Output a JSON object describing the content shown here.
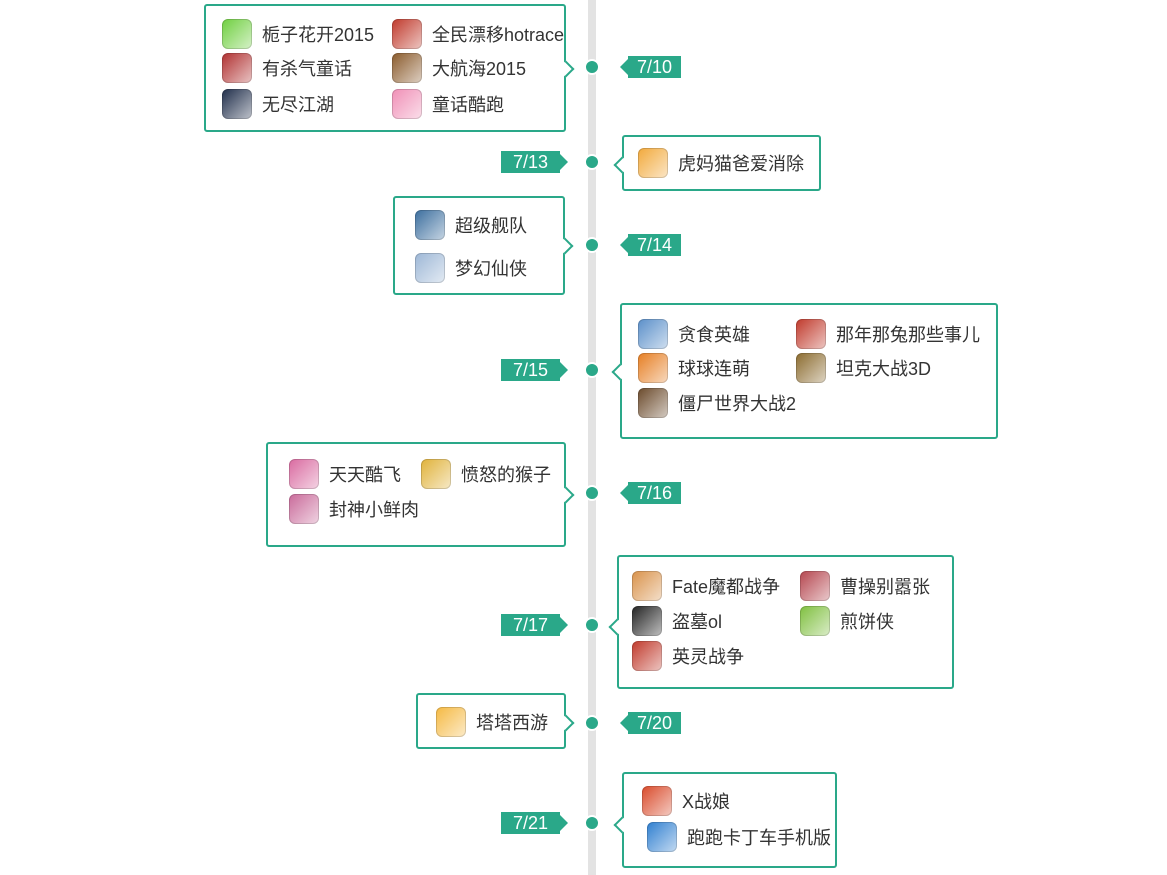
{
  "entries": [
    {
      "date": "7/10",
      "games": [
        {
          "name": "栀子花开2015",
          "icon": "gardenia-game-icon",
          "color": "#6fcf3f"
        },
        {
          "name": "全民漂移hotrace",
          "icon": "race-car-game-icon",
          "color": "#c0392b"
        },
        {
          "name": "有杀气童话",
          "icon": "fairy-tale-game-icon",
          "color": "#b03030"
        },
        {
          "name": "大航海2015",
          "icon": "voyage-game-icon",
          "color": "#8a5a2b"
        },
        {
          "name": "无尽江湖",
          "icon": "jianghu-game-icon",
          "color": "#1f2d4a"
        },
        {
          "name": "童话酷跑",
          "icon": "fairy-run-game-icon",
          "color": "#f08fb6"
        }
      ]
    },
    {
      "date": "7/13",
      "games": [
        {
          "name": "虎妈猫爸爱消除",
          "icon": "tiger-mom-game-icon",
          "color": "#f2a93b"
        }
      ]
    },
    {
      "date": "7/14",
      "games": [
        {
          "name": "超级舰队",
          "icon": "fleet-game-icon",
          "color": "#3b6e9e"
        },
        {
          "name": "梦幻仙侠",
          "icon": "fantasy-hero-game-icon",
          "color": "#9db7d6"
        }
      ]
    },
    {
      "date": "7/15",
      "games": [
        {
          "name": "贪食英雄",
          "icon": "greedy-hero-game-icon",
          "color": "#5a8fc9"
        },
        {
          "name": "那年那兔那些事儿",
          "icon": "rabbit-game-icon",
          "color": "#c0392b"
        },
        {
          "name": "球球连萌",
          "icon": "ball-match-game-icon",
          "color": "#e67e22"
        },
        {
          "name": "坦克大战3D",
          "icon": "tank-game-icon",
          "color": "#8b6b2e"
        },
        {
          "name": "僵尸世界大战2",
          "icon": "zombie-war-game-icon",
          "color": "#6b4a2b"
        }
      ]
    },
    {
      "date": "7/16",
      "games": [
        {
          "name": "天天酷飞",
          "icon": "daily-fly-game-icon",
          "color": "#d96aa0"
        },
        {
          "name": "愤怒的猴子",
          "icon": "angry-monkey-game-icon",
          "color": "#e0b23a"
        },
        {
          "name": "封神小鲜肉",
          "icon": "fengshen-game-icon",
          "color": "#c96a9a"
        }
      ]
    },
    {
      "date": "7/17",
      "games": [
        {
          "name": "Fate魔都战争",
          "icon": "fate-game-icon",
          "color": "#d9924a"
        },
        {
          "name": "曹操别嚣张",
          "icon": "cao-cao-game-icon",
          "color": "#b5464f"
        },
        {
          "name": "盗墓ol",
          "icon": "tomb-raid-game-icon",
          "color": "#222222"
        },
        {
          "name": "煎饼侠",
          "icon": "pancake-hero-game-icon",
          "color": "#7fbf3f"
        },
        {
          "name": "英灵战争",
          "icon": "heroic-spirit-game-icon",
          "color": "#c0392b"
        }
      ]
    },
    {
      "date": "7/20",
      "games": [
        {
          "name": "塔塔西游",
          "icon": "tata-journey-game-icon",
          "color": "#f5b942"
        }
      ]
    },
    {
      "date": "7/21",
      "games": [
        {
          "name": "X战娘",
          "icon": "x-girls-game-icon",
          "color": "#d94a2a"
        },
        {
          "name": "跑跑卡丁车手机版",
          "icon": "kart-rider-game-icon",
          "color": "#2f7fd0"
        }
      ]
    }
  ]
}
